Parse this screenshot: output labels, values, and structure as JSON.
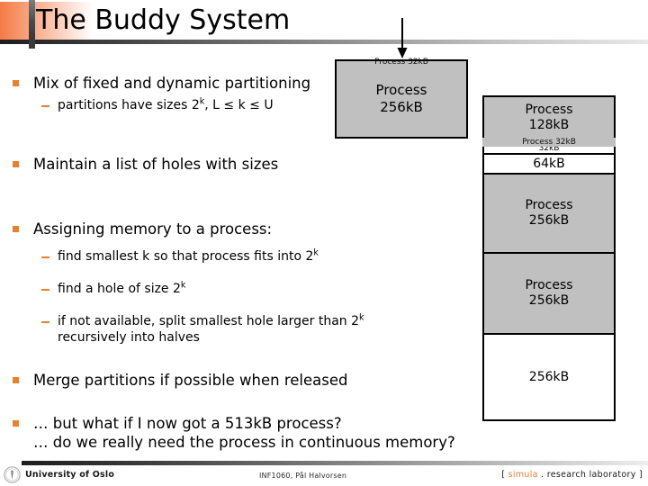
{
  "slide": {
    "title": "The Buddy System",
    "accent_color": "#E8802F",
    "rule_color_dark": "#1d1d1d",
    "rule_color_light": "#e9e9e9",
    "memory_fill_used": "#c0c0c0",
    "memory_fill_free": "#ffffff"
  },
  "bullets": [
    {
      "text": "Mix of fixed and dynamic partitioning",
      "subs": [
        {
          "pre": "partitions have sizes 2",
          "sup": "k",
          "post": ", L ≤ k ≤ U"
        }
      ]
    },
    {
      "text": "Maintain a list of holes with sizes",
      "subs": []
    },
    {
      "text": "Assigning memory to a process:",
      "subs": [
        {
          "pre": "find smallest k so that process fits into 2",
          "sup": "k",
          "post": ""
        },
        {
          "pre": "find a hole of size 2",
          "sup": "k",
          "post": ""
        },
        {
          "pre": "if not available, split smallest hole larger than 2",
          "sup": "k",
          "post": "",
          "line2": "recursively into halves"
        }
      ]
    },
    {
      "text": "Merge partitions if possible when released",
      "subs": []
    },
    {
      "text": "… but what if I now got a 513kB process?",
      "line2": "… do we really need the process in continuous memory?",
      "subs": []
    }
  ],
  "diagram": {
    "incoming_arrow_label": "Process 32kB",
    "left_box": {
      "ghost_label": "Process 32kB",
      "segments": [
        {
          "label_line1": "Process",
          "label_line2": "256kB",
          "fill": "used"
        }
      ]
    },
    "right_box": {
      "ghost_label": "Process 32kB",
      "segments": [
        {
          "label_line1": "Process",
          "label_line2": "128kB",
          "fill": "used"
        },
        {
          "label_line1": "32kB",
          "label_line2": "",
          "fill": "free"
        },
        {
          "label_line1": "64kB",
          "label_line2": "",
          "fill": "free"
        },
        {
          "label_line1": "Process",
          "label_line2": "256kB",
          "fill": "used"
        },
        {
          "label_line1": "Process",
          "label_line2": "256kB",
          "fill": "used"
        },
        {
          "label_line1": "256kB",
          "label_line2": "",
          "fill": "free"
        }
      ]
    }
  },
  "footer": {
    "university": "University of Oslo",
    "course": "INF1060,  Pål Halvorsen",
    "lab_open": "[ ",
    "lab_brand": "simula",
    "lab_rest": " . research laboratory ]"
  }
}
